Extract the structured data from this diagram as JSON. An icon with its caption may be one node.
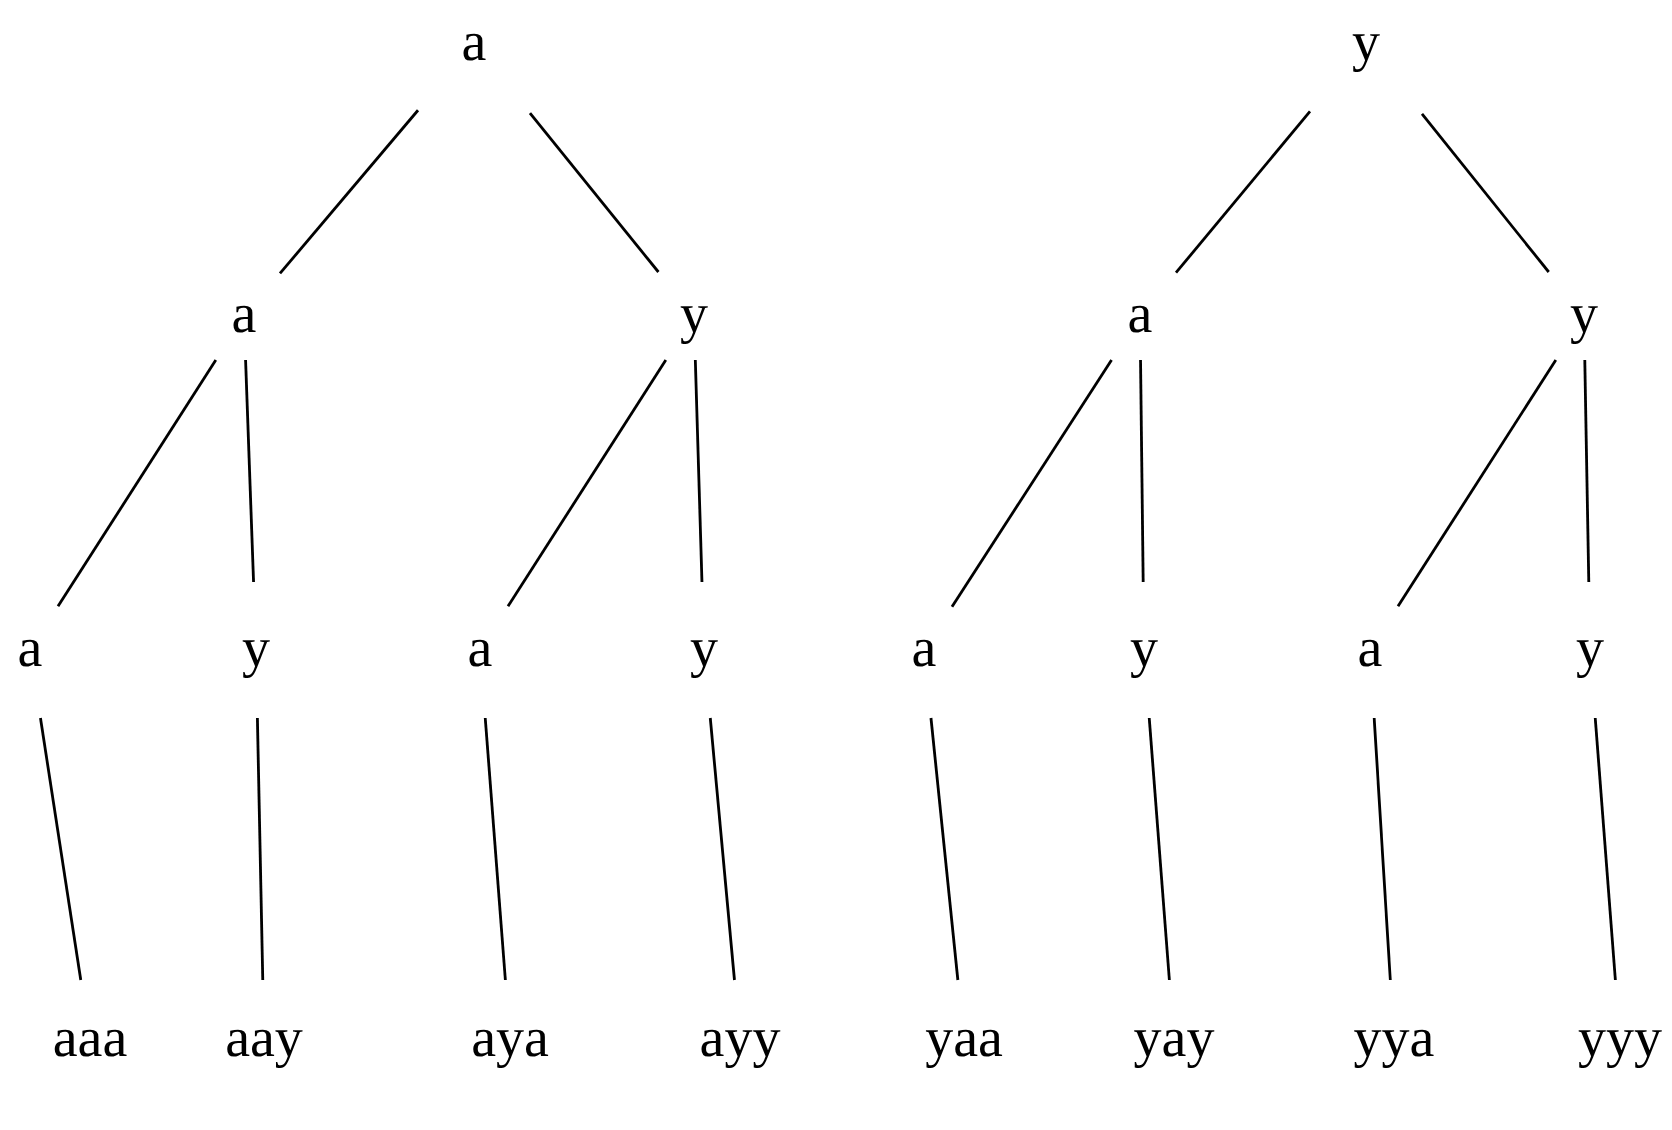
{
  "diagram": {
    "nodes": [
      {
        "text": [
          "a"
        ]
      },
      {
        "text": [
          "y"
        ]
      },
      {
        "text": [
          "a"
        ]
      },
      {
        "text": [
          "y"
        ]
      },
      {
        "text": [
          "a"
        ]
      },
      {
        "text": [
          "y"
        ]
      },
      {
        "text": [
          "a"
        ]
      },
      {
        "text": [
          "y"
        ]
      },
      {
        "text": [
          "a"
        ]
      },
      {
        "text": [
          "y"
        ]
      },
      {
        "text": [
          "a"
        ]
      },
      {
        "text": [
          "y"
        ]
      },
      {
        "text": [
          "a"
        ]
      },
      {
        "text": [
          "y"
        ]
      },
      {
        "text": [
          "aaa"
        ]
      },
      {
        "text": [
          "aay"
        ]
      },
      {
        "text": [
          "aya"
        ]
      },
      {
        "text": [
          "ayy"
        ]
      },
      {
        "text": [
          "yaa"
        ]
      },
      {
        "text": [
          "yay"
        ]
      },
      {
        "text": [
          "yya"
        ]
      },
      {
        "text": [
          "yyy"
        ]
      }
    ],
    "edges": [
      {
        "from": 0,
        "to": 2,
        "arrow": "none"
      },
      {
        "from": 0,
        "to": 3,
        "arrow": "none"
      },
      {
        "from": 1,
        "to": 4,
        "arrow": "none"
      },
      {
        "from": 1,
        "to": 5,
        "arrow": "none"
      },
      {
        "from": 2,
        "to": 6,
        "arrow": "none"
      },
      {
        "from": 2,
        "to": 7,
        "arrow": "none"
      },
      {
        "from": 3,
        "to": 8,
        "arrow": "none"
      },
      {
        "from": 3,
        "to": 9,
        "arrow": "none"
      },
      {
        "from": 4,
        "to": 10,
        "arrow": "none"
      },
      {
        "from": 4,
        "to": 11,
        "arrow": "none"
      },
      {
        "from": 5,
        "to": 12,
        "arrow": "none"
      },
      {
        "from": 5,
        "to": 13,
        "arrow": "none"
      },
      {
        "from": 6,
        "to": 14,
        "arrow": "none"
      },
      {
        "from": 7,
        "to": 15,
        "arrow": "none"
      },
      {
        "from": 8,
        "to": 16,
        "arrow": "none"
      },
      {
        "from": 9,
        "to": 17,
        "arrow": "none"
      },
      {
        "from": 10,
        "to": 18,
        "arrow": "none"
      },
      {
        "from": 11,
        "to": 19,
        "arrow": "none"
      },
      {
        "from": 12,
        "to": 20,
        "arrow": "none"
      },
      {
        "from": 13,
        "to": 21,
        "arrow": "none"
      }
    ]
  }
}
